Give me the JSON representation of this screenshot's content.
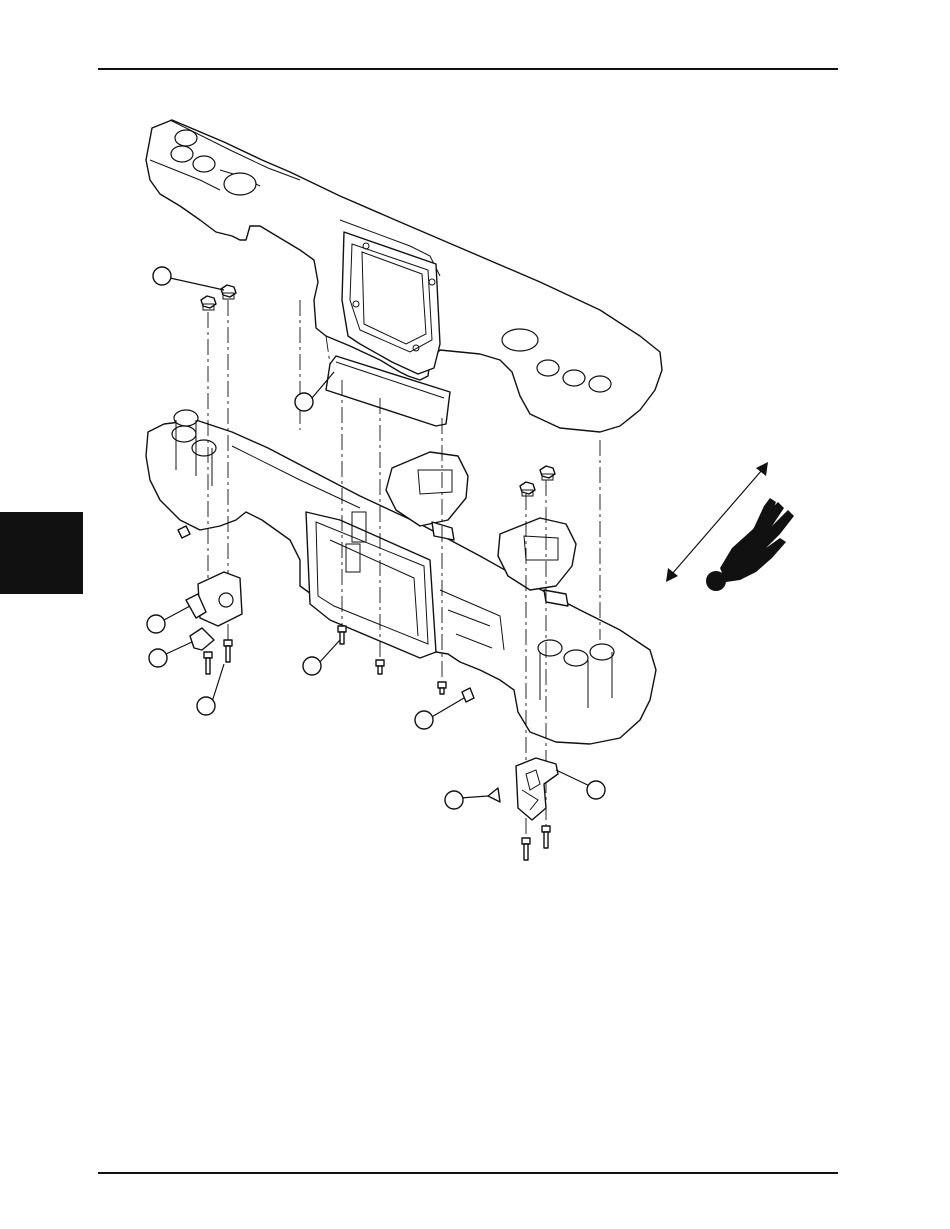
{
  "page": {
    "header_rule": true,
    "footer_rule": true,
    "side_tab_color": "#111111"
  },
  "diagram": {
    "type": "exploded-assembly",
    "callouts": [
      {
        "id": "c1",
        "label": ""
      },
      {
        "id": "c2",
        "label": ""
      },
      {
        "id": "c3",
        "label": ""
      },
      {
        "id": "c4",
        "label": ""
      },
      {
        "id": "c5",
        "label": ""
      },
      {
        "id": "c6",
        "label": ""
      },
      {
        "id": "c7",
        "label": ""
      },
      {
        "id": "c8",
        "label": ""
      },
      {
        "id": "c9",
        "label": ""
      }
    ],
    "icons": [
      "double-arrow-icon",
      "hand-direction-icon"
    ],
    "line_color": "#111111"
  }
}
